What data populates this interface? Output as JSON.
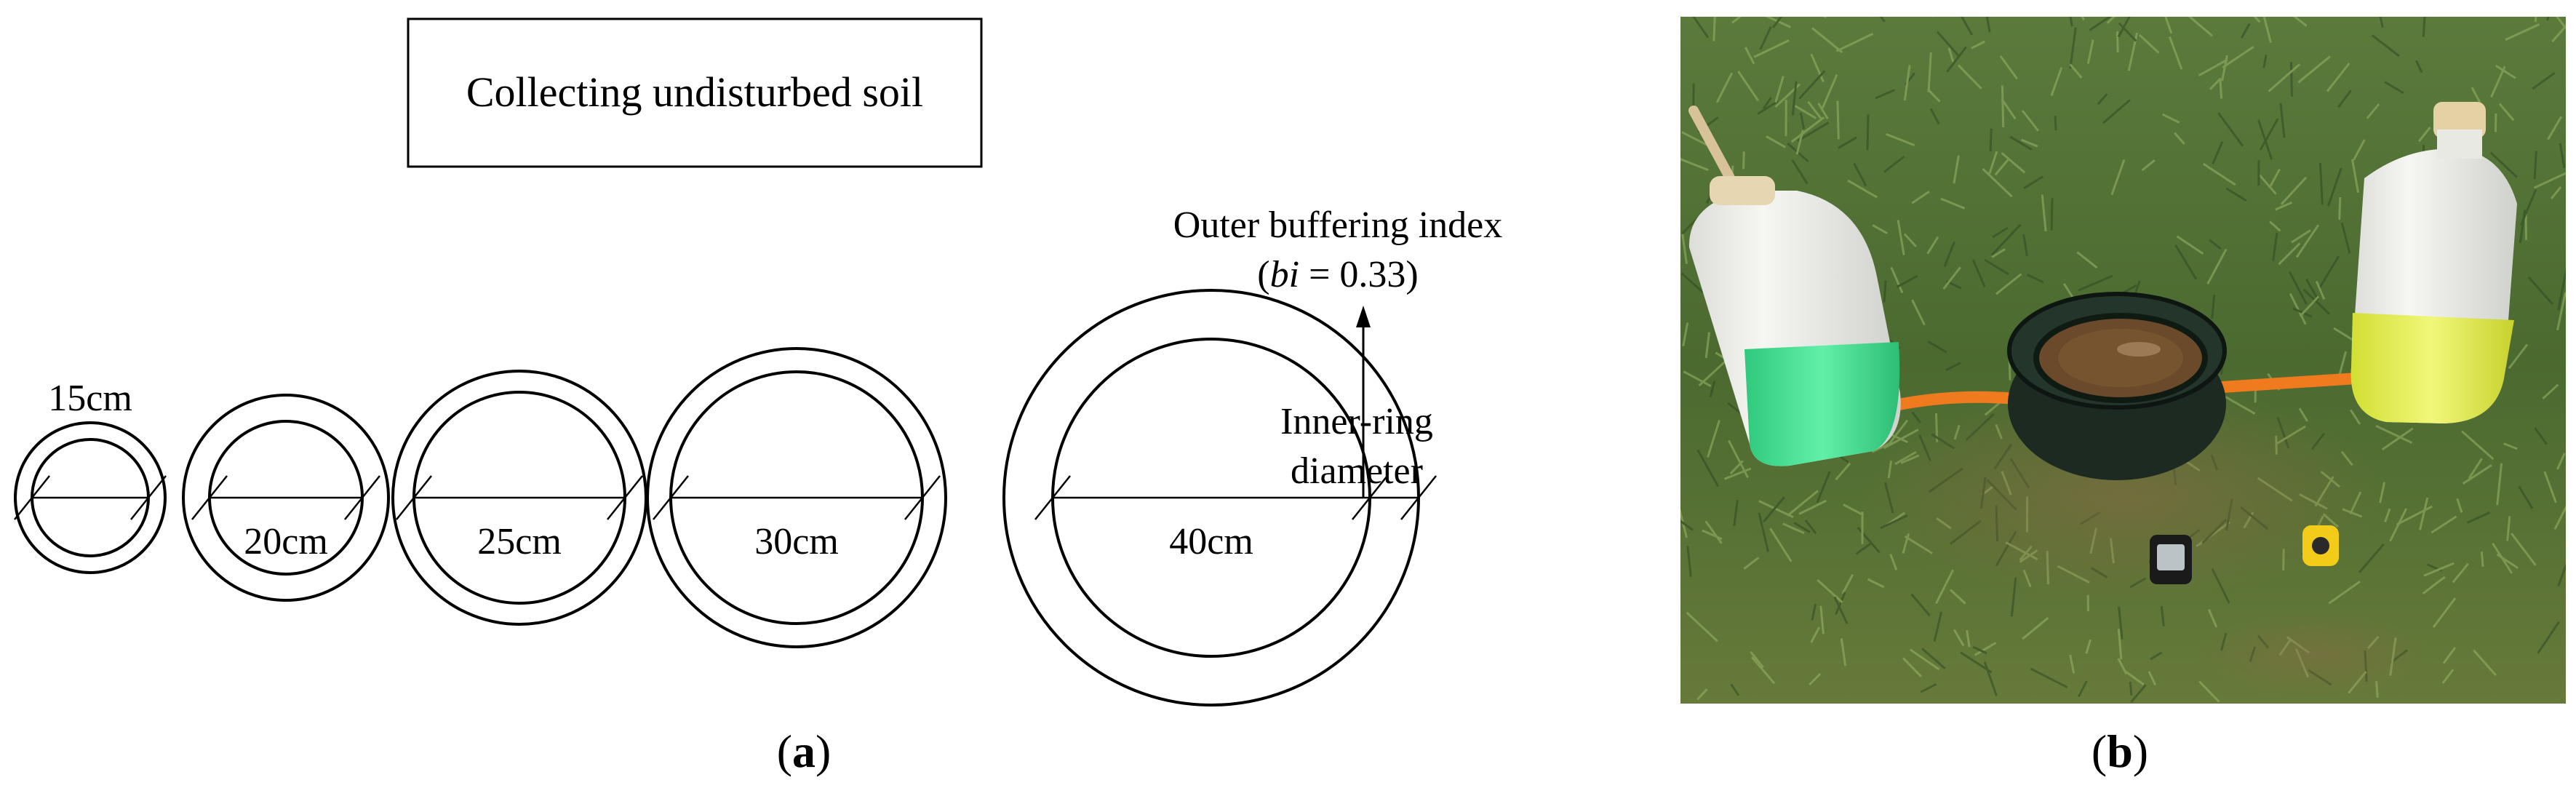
{
  "panel_a": {
    "title": "Collecting undisturbed soil",
    "buffer_label_line1": "Outer buffering  index",
    "buffer_label_open": "(",
    "buffer_label_var": "bi",
    "buffer_label_value": " = 0.33)",
    "inner_label_line1": "Inner-ring",
    "inner_label_line2": "diameter",
    "rings": [
      {
        "label": "15cm",
        "inner_diameter_cm": 15
      },
      {
        "label": "20cm",
        "inner_diameter_cm": 20
      },
      {
        "label": "25cm",
        "inner_diameter_cm": 25
      },
      {
        "label": "30cm",
        "inner_diameter_cm": 30
      },
      {
        "label": "40cm",
        "inner_diameter_cm": 40
      }
    ],
    "caption_open": "(",
    "caption_letter": "a",
    "caption_close": ")"
  },
  "panel_b": {
    "caption_open": "(",
    "caption_letter": "b",
    "caption_close": ")",
    "colors": {
      "grass": "#4f6b35",
      "green_liquid": "#3fdc8e",
      "yellow_liquid": "#e4ef4a",
      "tube": "#f07a1e",
      "ring_dark": "#1c2a22"
    }
  }
}
